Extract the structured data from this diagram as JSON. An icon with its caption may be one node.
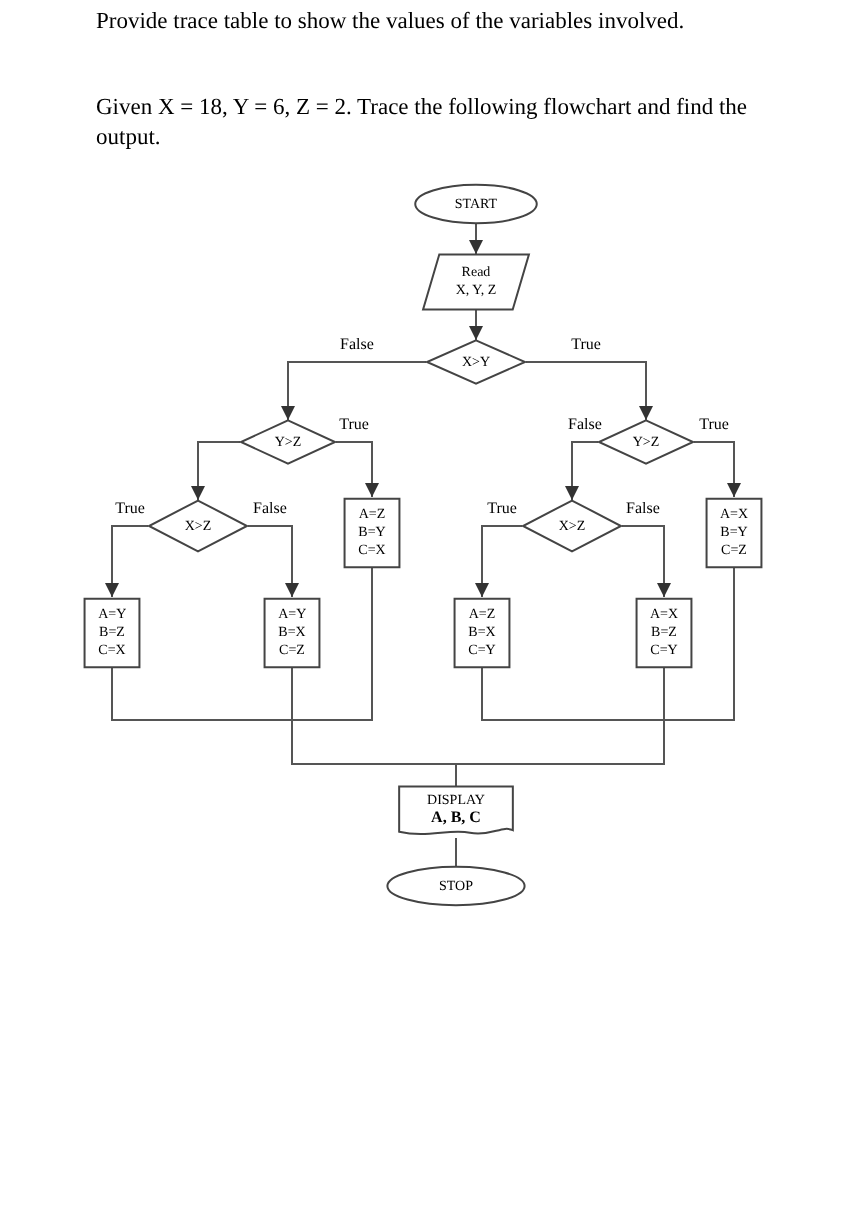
{
  "diagram": {
    "nodes": [
      {
        "text": [
          "START"
        ]
      },
      {
        "text": [
          "Read",
          "X, Y, Z"
        ]
      },
      {
        "text": [
          "X>Y"
        ]
      },
      {
        "text": [
          "Y>Z"
        ]
      },
      {
        "text": [
          "X>Z"
        ]
      },
      {
        "text": [
          "A=Y B=Z C=X"
        ]
      },
      {
        "text": [
          "A=Y B=X C=Z"
        ]
      },
      {
        "text": [
          "A=Z B=Y C=X"
        ]
      },
      {
        "text": [
          "Y>Z"
        ]
      },
      {
        "text": [
          "X>Z"
        ]
      },
      {
        "text": [
          "A=Z B=X C=Y"
        ]
      },
      {
        "text": [
          "A=X B=Z C=Y"
        ]
      },
      {
        "text": [
          "A=X B=Y C=Z"
        ]
      },
      {
        "text": [
          "DISPLAY",
          "A, B, C"
        ]
      },
      {
        "text": [
          "STOP"
        ]
      }
    ],
    "edges": [
      {
        "from": 0,
        "to": 1,
        "arrow": "to"
      },
      {
        "from": 1,
        "to": 2,
        "arrow": "to"
      },
      {
        "from": 2,
        "to": 3,
        "arrow": "to",
        "label": "False"
      },
      {
        "from": 2,
        "to": 8,
        "arrow": "to",
        "label": "True"
      },
      {
        "from": 3,
        "to": 4,
        "arrow": "to"
      },
      {
        "from": 3,
        "to": 7,
        "arrow": "to",
        "label": "True"
      },
      {
        "from": 4,
        "to": 5,
        "arrow": "to",
        "label": "True"
      },
      {
        "from": 4,
        "to": 6,
        "arrow": "to",
        "label": "False"
      },
      {
        "from": 8,
        "to": 9,
        "arrow": "to",
        "label": "False"
      },
      {
        "from": 8,
        "to": 12,
        "arrow": "to",
        "label": "True"
      },
      {
        "from": 9,
        "to": 10,
        "arrow": "to",
        "label": "True"
      },
      {
        "from": 9,
        "to": 11,
        "arrow": "to",
        "label": "False"
      },
      {
        "from": 5,
        "to": 13,
        "arrow": "none"
      },
      {
        "from": 6,
        "to": 13,
        "arrow": "none"
      },
      {
        "from": 7,
        "to": 13,
        "arrow": "none"
      },
      {
        "from": 10,
        "to": 13,
        "arrow": "none"
      },
      {
        "from": 11,
        "to": 13,
        "arrow": "none"
      },
      {
        "from": 12,
        "to": 13,
        "arrow": "none"
      },
      {
        "from": 13,
        "to": 14,
        "arrow": "none"
      }
    ],
    "labels": [
      "Provide trace table to show the values of the variables involved.",
      "Given X = 18, Y = 6, Z = 2. Trace the following flowchart and find the output."
    ]
  }
}
